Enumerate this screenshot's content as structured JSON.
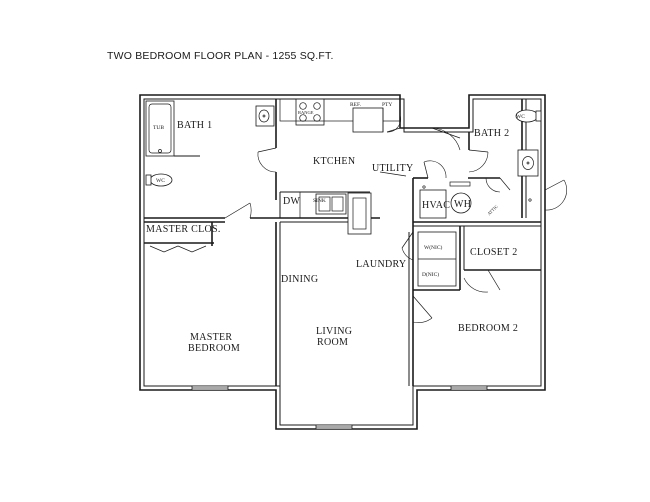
{
  "title": "TWO BEDROOM FLOOR PLAN - 1255  SQ.FT.",
  "rooms": {
    "bath1": "BATH 1",
    "bath2": "BATH 2",
    "kitchen": "KTCHEN",
    "utility": "UTILITY",
    "hvac": "HVAC",
    "wh": "WH",
    "master_closet": "MASTER CLOS.",
    "closet2": "CLOSET 2",
    "laundry": "LAUNDRY",
    "dining": "DINING",
    "living_1": "LIVING",
    "living_2": "ROOM",
    "master_1": "MASTER",
    "master_2": "BEDROOM",
    "bedroom2": "BEDROOM 2"
  },
  "fixtures": {
    "tub": "TUB",
    "wc1": "WC",
    "wc2": "WC",
    "ref": "REF.",
    "pty": "PTY",
    "range": "RANGE",
    "dw": "DW",
    "sink": "SINK",
    "washer": "W(NIC)",
    "dryer": "D(NIC)",
    "attic": "ATTIC"
  }
}
